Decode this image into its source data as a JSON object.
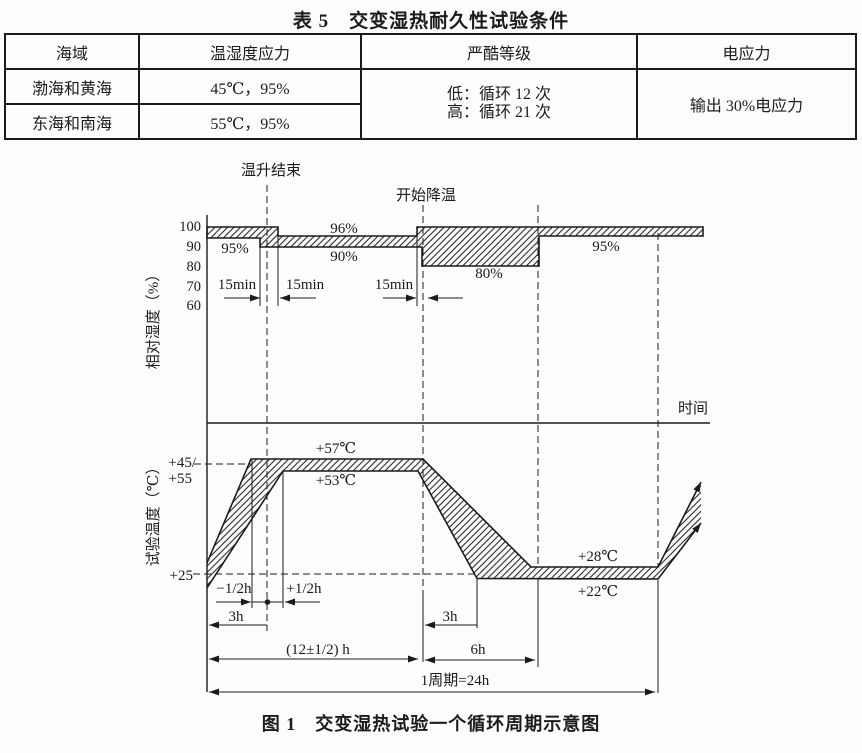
{
  "table": {
    "title": "表 5　交变湿热耐久性试验条件",
    "headers": [
      "海域",
      "温湿度应力",
      "严酷等级",
      "电应力"
    ],
    "rows": [
      [
        "渤海和黄海",
        "45℃，95%"
      ],
      [
        "东海和南海",
        "55℃，95%"
      ]
    ],
    "severity": [
      "低：循环 12 次",
      "高：循环 21 次"
    ],
    "electric": "输出 30%电应力"
  },
  "humidity": {
    "ylabel": "相对湿度（%）",
    "xlabel": "时间",
    "ticks": [
      "100",
      "90",
      "80",
      "70",
      "60"
    ],
    "ann_rise_end": "温升结束",
    "ann_cool_start": "开始降温",
    "seg1": "95%",
    "seg2_top": "96%",
    "seg2_bot": "90%",
    "seg3": "80%",
    "seg4": "95%",
    "min15_1": "15min",
    "min15_2": "15min",
    "min15_3": "15min"
  },
  "temperature": {
    "ylabel": "试验温度（℃）",
    "tick_45": "+45/",
    "tick_55": "+55",
    "tick_25": "+25",
    "t57": "+57℃",
    "t53": "+53℃",
    "t28": "+28℃",
    "t22": "+22℃",
    "minus_half": "−1/2h",
    "plus_half": "+1/2h",
    "rise3h": "3h",
    "fall3h": "3h",
    "hold12h": "(12±1/2) h",
    "low6h": "6h",
    "cycle24h": "1周期=24h"
  },
  "caption": "图 1　交变湿热试验一个循环周期示意图"
}
